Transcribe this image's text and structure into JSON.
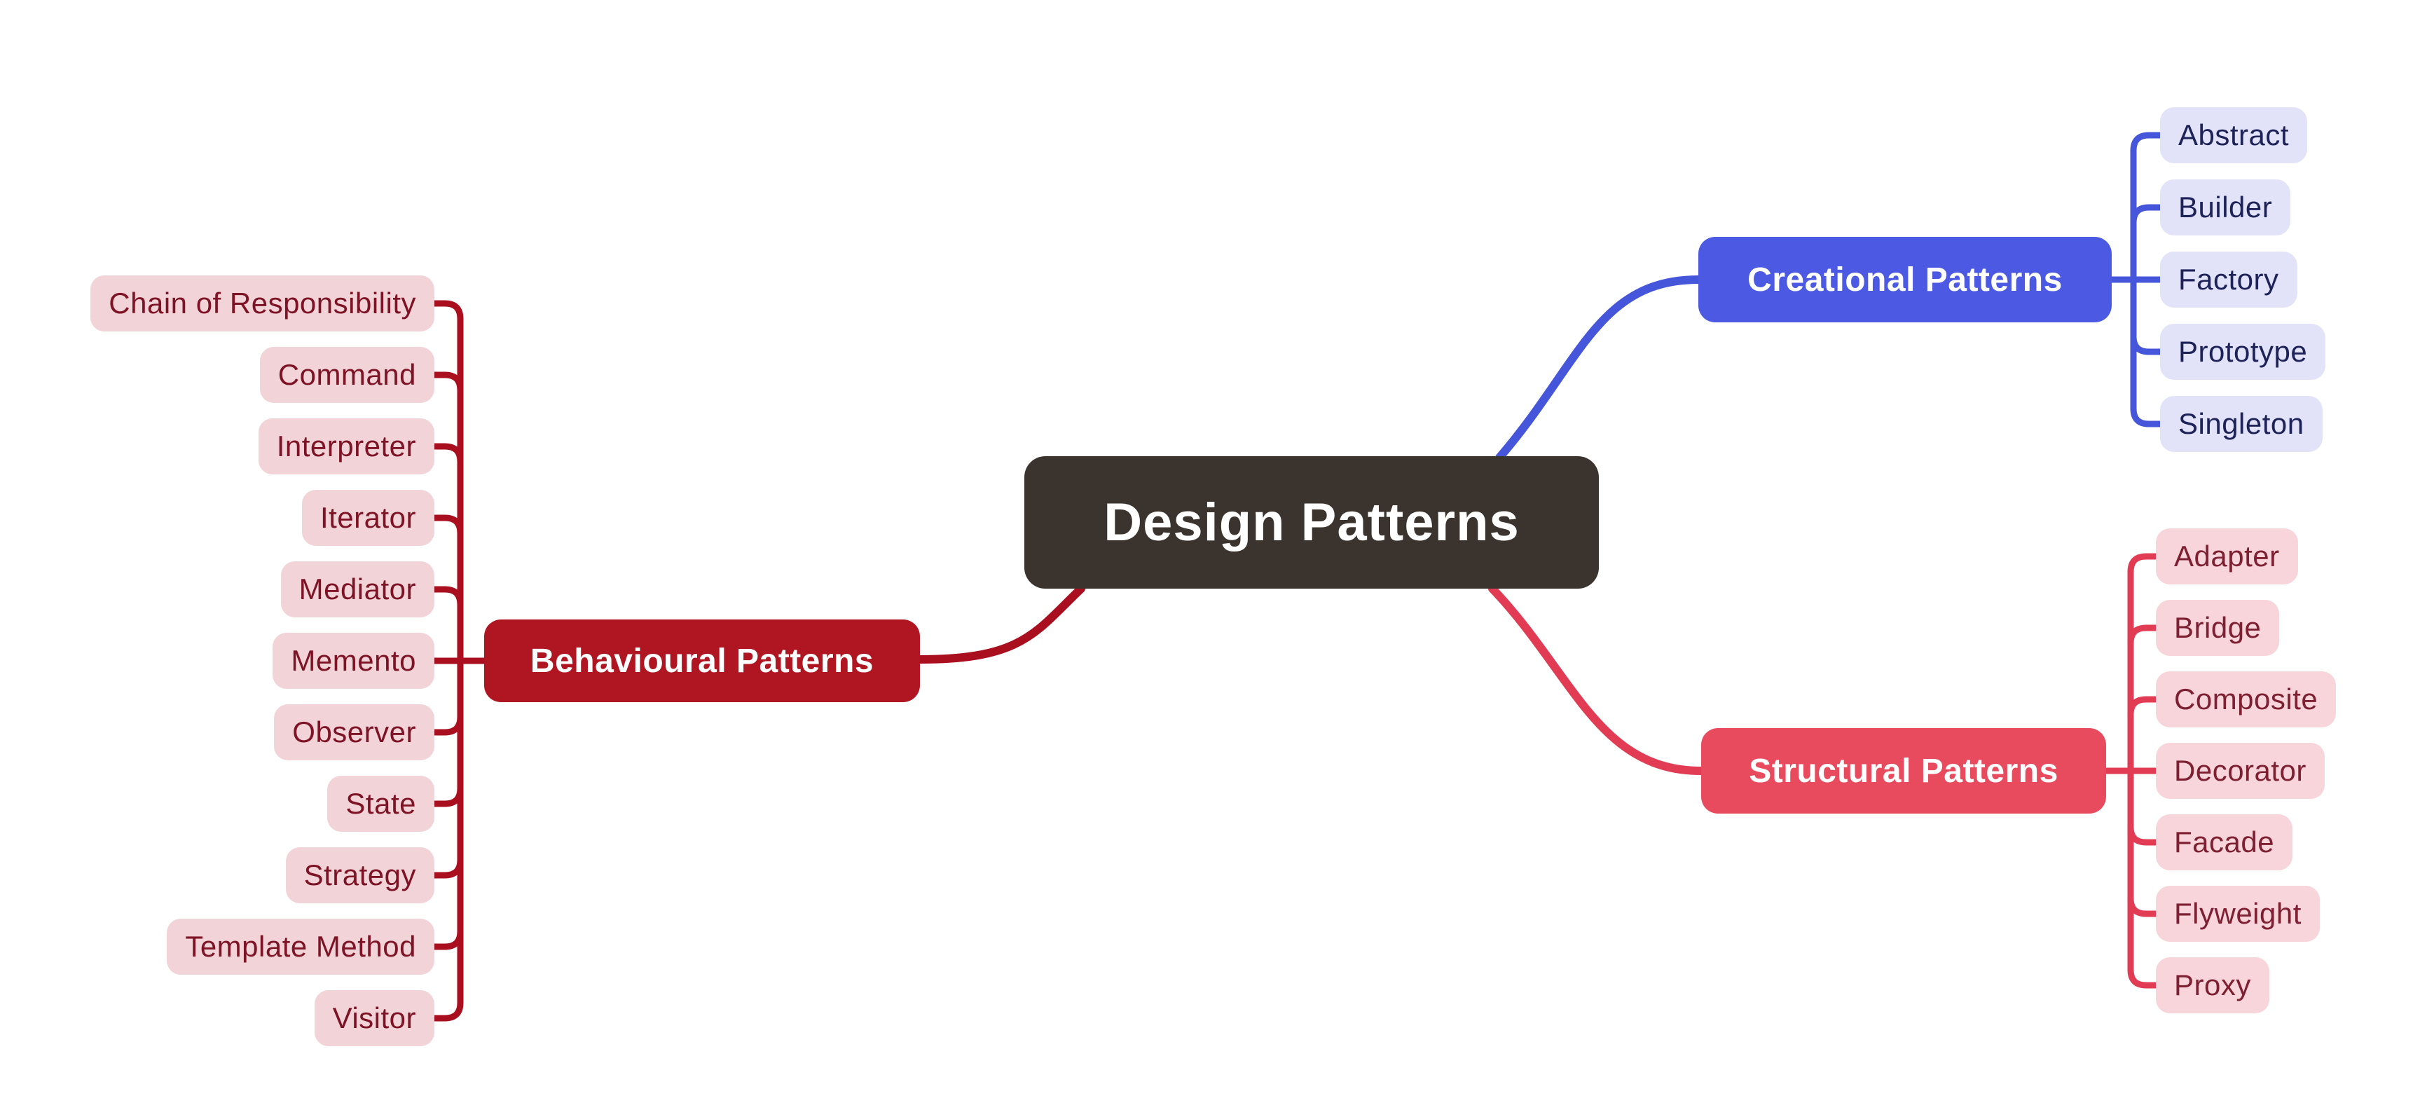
{
  "canvas": {
    "background": "#ffffff"
  },
  "root": {
    "label": "Design Patterns",
    "bg_color": "#3a332e",
    "text_color": "#ffffff"
  },
  "branches": [
    {
      "label": "Creational Patterns",
      "node_bg": "#4c5ae3",
      "node_text": "#ffffff",
      "line_color": "#4656da",
      "child_bg": "#e2e3f9",
      "child_text": "#1d2259",
      "children": [
        "Abstract",
        "Builder",
        "Factory",
        "Prototype",
        "Singleton"
      ]
    },
    {
      "label": "Structural Patterns",
      "node_bg": "#e94b5e",
      "node_text": "#ffffff",
      "line_color": "#e23c55",
      "child_bg": "#f8d5db",
      "child_text": "#7e2032",
      "children": [
        "Adapter",
        "Bridge",
        "Composite",
        "Decorator",
        "Facade",
        "Flyweight",
        "Proxy"
      ]
    },
    {
      "label": "Behavioural Patterns",
      "node_bg": "#b01621",
      "node_text": "#ffffff",
      "line_color": "#a90f1e",
      "child_bg": "#f1d3d8",
      "child_text": "#7e1325",
      "children": [
        "Chain of Responsibility",
        "Command",
        "Interpreter",
        "Iterator",
        "Mediator",
        "Memento",
        "Observer",
        "State",
        "Strategy",
        "Template Method",
        "Visitor"
      ]
    }
  ]
}
